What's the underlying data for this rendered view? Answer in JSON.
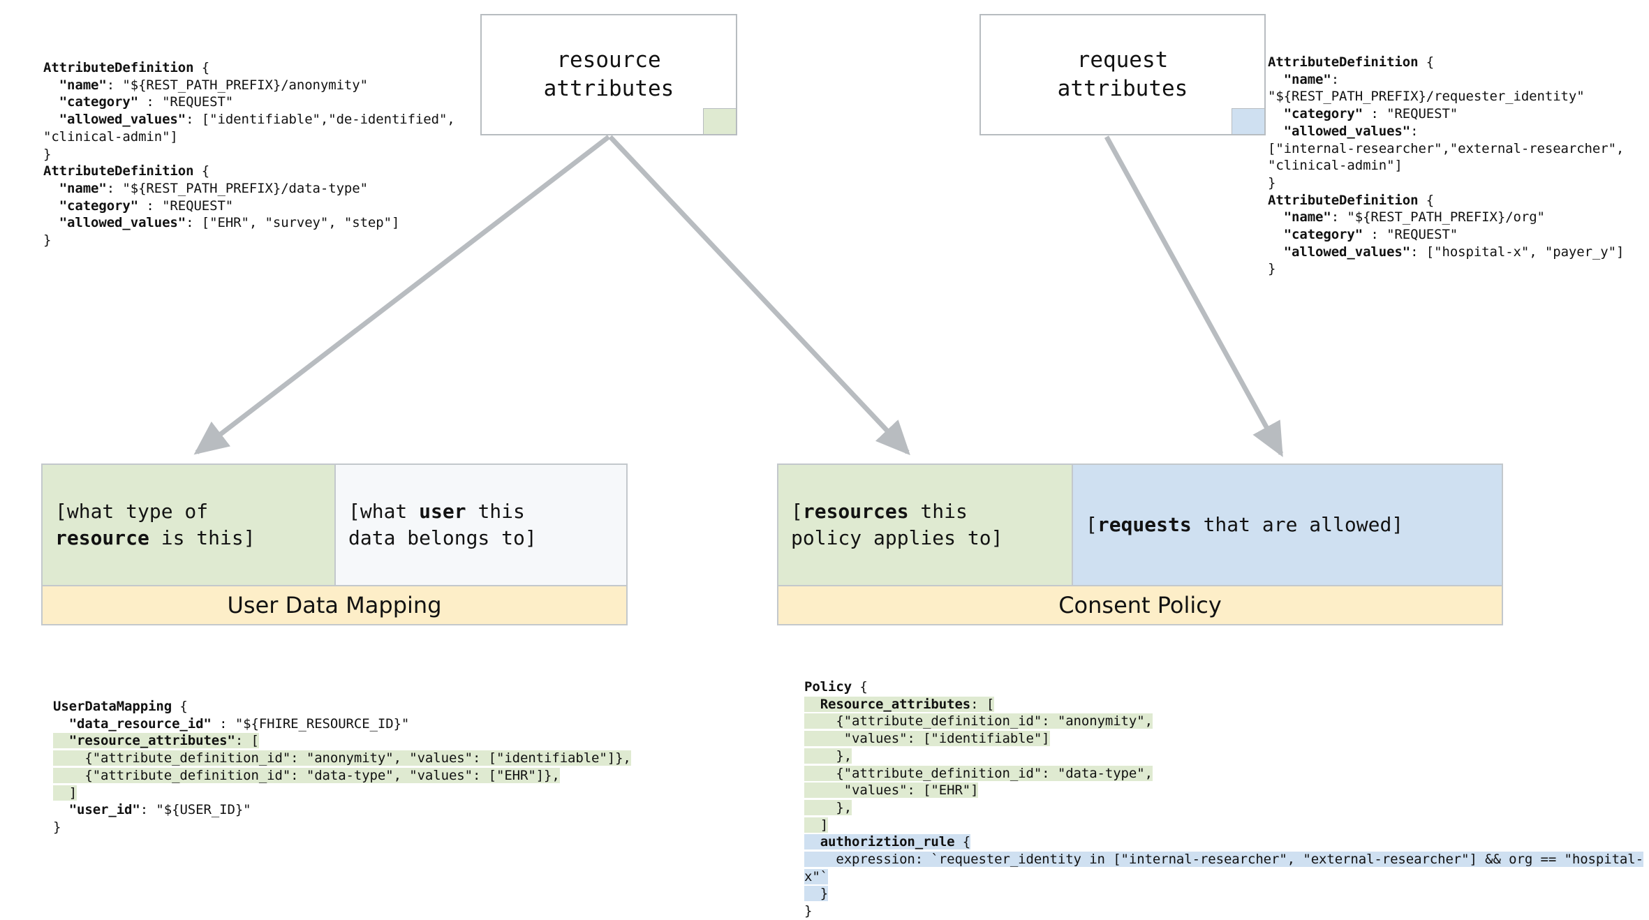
{
  "colors": {
    "green": "#dfead1",
    "blue": "#cfe0f1",
    "yellow": "#fdeec8",
    "border": "#c3c8cc",
    "arrow": "#b8bcc0"
  },
  "top_boxes": {
    "resource_attributes": {
      "label": "resource\nattributes",
      "swatch": "green"
    },
    "request_attributes": {
      "label": "request\nattributes",
      "swatch": "blue"
    }
  },
  "attribute_definitions_left": {
    "lines": [
      "AttributeDefinition {",
      "  \"name\": \"${REST_PATH_PREFIX}/anonymity\"",
      "  \"category\" : \"REQUEST\"",
      "  \"allowed_values\": [\"identifiable\",\"de-identified\",",
      "\"clinical-admin\"]",
      "}",
      "AttributeDefinition {",
      "  \"name\": \"${REST_PATH_PREFIX}/data-type\"",
      "  \"category\" : \"REQUEST\"",
      "  \"allowed_values\": [\"EHR\", \"survey\", \"step\"]",
      "}"
    ],
    "bold_tokens": [
      "AttributeDefinition",
      "\"name\"",
      "\"category\"",
      "\"allowed_values\""
    ]
  },
  "attribute_definitions_right": {
    "lines": [
      "AttributeDefinition {",
      "  \"name\":",
      "\"${REST_PATH_PREFIX}/requester_identity\"",
      "  \"category\" : \"REQUEST\"",
      "  \"allowed_values\":",
      "[\"internal-researcher\",\"external-researcher\",",
      "\"clinical-admin\"]",
      "}",
      "AttributeDefinition {",
      "  \"name\": \"${REST_PATH_PREFIX}/org\"",
      "  \"category\" : \"REQUEST\"",
      "  \"allowed_values\": [\"hospital-x\", \"payer_y\"]",
      "}"
    ],
    "bold_tokens": [
      "AttributeDefinition",
      "\"name\"",
      "\"category\"",
      "\"allowed_values\""
    ]
  },
  "card_user_data_mapping": {
    "title": "User Data Mapping",
    "cells": [
      {
        "text_prefix": "[what type of\n",
        "bold": "resource",
        "text_suffix": " is this]",
        "bg": "green"
      },
      {
        "text_prefix": "[what ",
        "bold": "user",
        "text_suffix": " this\ndata belongs to]",
        "bg": "white"
      }
    ]
  },
  "card_consent_policy": {
    "title": "Consent Policy",
    "cells": [
      {
        "text_prefix": "[",
        "bold": "resources",
        "text_suffix": " this\npolicy applies to]",
        "bg": "green"
      },
      {
        "text_prefix": "[",
        "bold": "requests",
        "text_suffix": " that are allowed]",
        "bg": "blue"
      }
    ]
  },
  "user_data_mapping_code": {
    "lines": [
      {
        "text": "UserDataMapping {",
        "hl": "none"
      },
      {
        "text": "  \"data_resource_id\" : \"${FHIRE_RESOURCE_ID}\"",
        "hl": "none"
      },
      {
        "text": "  \"resource_attributes\": [",
        "hl": "green"
      },
      {
        "text": "    {\"attribute_definition_id\": \"anonymity\", \"values\": [\"identifiable\"]},",
        "hl": "green"
      },
      {
        "text": "    {\"attribute_definition_id\": \"data-type\", \"values\": [\"EHR\"]},",
        "hl": "green"
      },
      {
        "text": "  ]",
        "hl": "green"
      },
      {
        "text": "  \"user_id\": \"${USER_ID}\"",
        "hl": "none"
      },
      {
        "text": "}",
        "hl": "none"
      }
    ],
    "bold_tokens": [
      "UserDataMapping",
      "\"data_resource_id\"",
      "\"resource_attributes\"",
      "\"user_id\""
    ]
  },
  "policy_code": {
    "lines": [
      {
        "text": "Policy {",
        "hl": "none"
      },
      {
        "text": "  Resource_attributes: [",
        "hl": "green"
      },
      {
        "text": "    {\"attribute_definition_id\": \"anonymity\",",
        "hl": "green"
      },
      {
        "text": "     \"values\": [\"identifiable\"]",
        "hl": "green"
      },
      {
        "text": "    },",
        "hl": "green"
      },
      {
        "text": "    {\"attribute_definition_id\": \"data-type\",",
        "hl": "green"
      },
      {
        "text": "     \"values\": [\"EHR\"]",
        "hl": "green"
      },
      {
        "text": "    },",
        "hl": "green"
      },
      {
        "text": "  ]",
        "hl": "green"
      },
      {
        "text": "  authoriztion_rule {",
        "hl": "blue"
      },
      {
        "text": "    expression: `requester_identity in [\"internal-researcher\", \"external-researcher\"] && org == \"hospital-x\"`",
        "hl": "blue"
      },
      {
        "text": "  }",
        "hl": "blue"
      },
      {
        "text": "}",
        "hl": "none"
      }
    ],
    "bold_tokens": [
      "Policy",
      "Resource_attributes",
      "authoriztion_rule"
    ]
  },
  "arrows": [
    {
      "name": "resource-attributes-to-user-data-mapping",
      "from": "resource attributes",
      "to": "User Data Mapping resource cell"
    },
    {
      "name": "resource-attributes-to-consent-policy",
      "from": "resource attributes",
      "to": "Consent Policy resource cell"
    },
    {
      "name": "request-attributes-to-consent-policy",
      "from": "request attributes",
      "to": "Consent Policy request cell"
    }
  ]
}
